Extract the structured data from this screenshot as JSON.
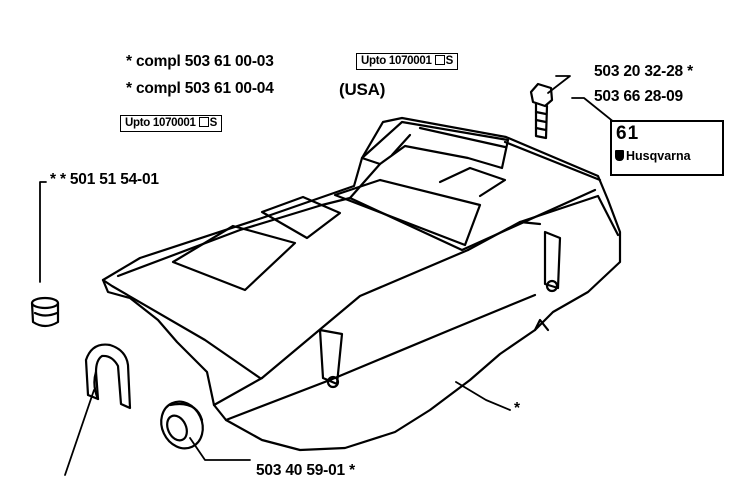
{
  "labels": {
    "compl_1": "* compl 503 61 00-03",
    "compl_2": "* compl 503 61 00-04",
    "usa": "(USA)",
    "upto_box_1": "Upto 1070001",
    "upto_box_2": "Upto 1070001",
    "upto_suffix": "S",
    "part_plug": "* * 501 51 54-01",
    "part_screw": "503 20 32-28 *",
    "part_decal": "503 66 28-09",
    "part_grommet": "503 40 59-01 *",
    "cover_star": "*"
  },
  "badge": {
    "number": "61",
    "brand": "Husqvarna"
  }
}
